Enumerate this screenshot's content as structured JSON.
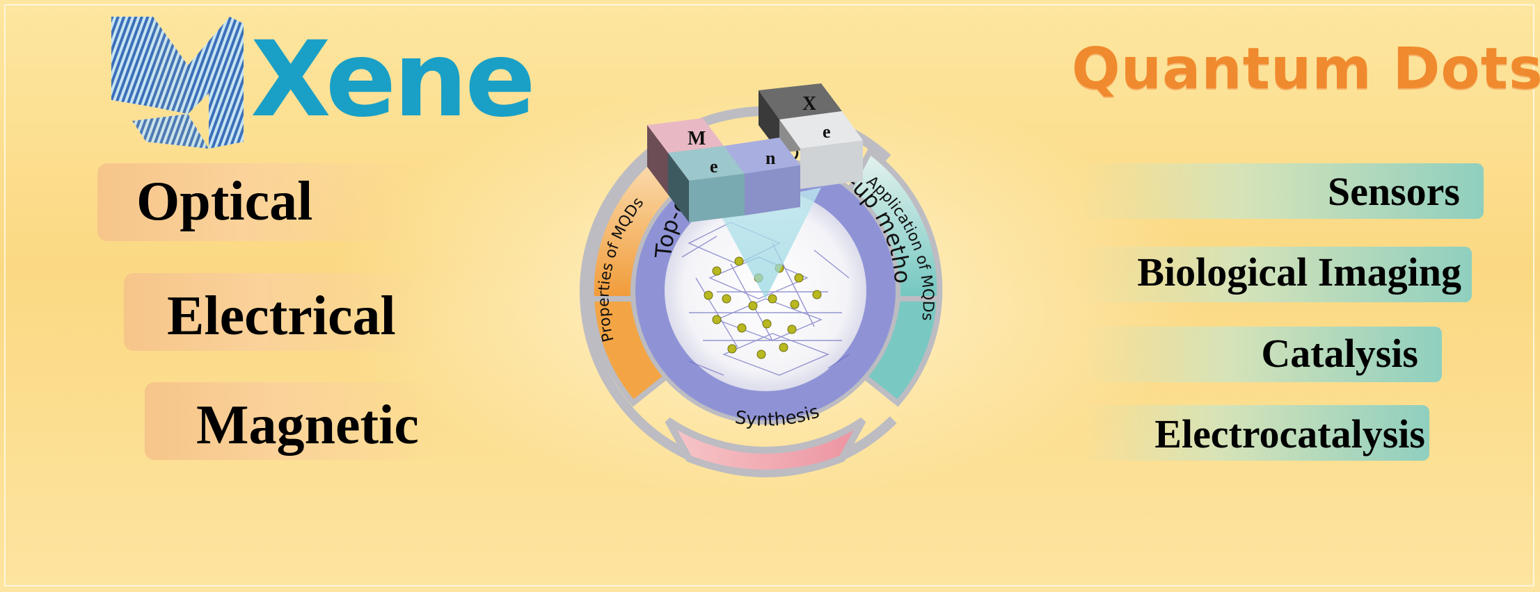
{
  "logo": {
    "mark_icon": "mxene-ribbon-m-logo",
    "word": "Xene"
  },
  "left_properties": [
    "Optical",
    "Electrical",
    "Magnetic"
  ],
  "title": "Quantum Dots",
  "applications": [
    "Sensors",
    "Biological Imaging",
    "Catalysis",
    "Electrocatalysis"
  ],
  "cubes": [
    "M",
    "X",
    "e",
    "n",
    "e"
  ],
  "wheel": {
    "inner_left": "Top-down method",
    "inner_right": "Bottom-up method",
    "outer_left": "Properties of MQDs",
    "outer_right": "Application of MQDs",
    "outer_bottom": "Synthesis"
  },
  "colors": {
    "title": "#f08a2e",
    "inner_ring": "#8f93d6",
    "outer_left": "#f3a545",
    "outer_right": "#87cfc7",
    "outer_bottom": "#f2a4ac",
    "ring_border": "#b9b9bf"
  }
}
